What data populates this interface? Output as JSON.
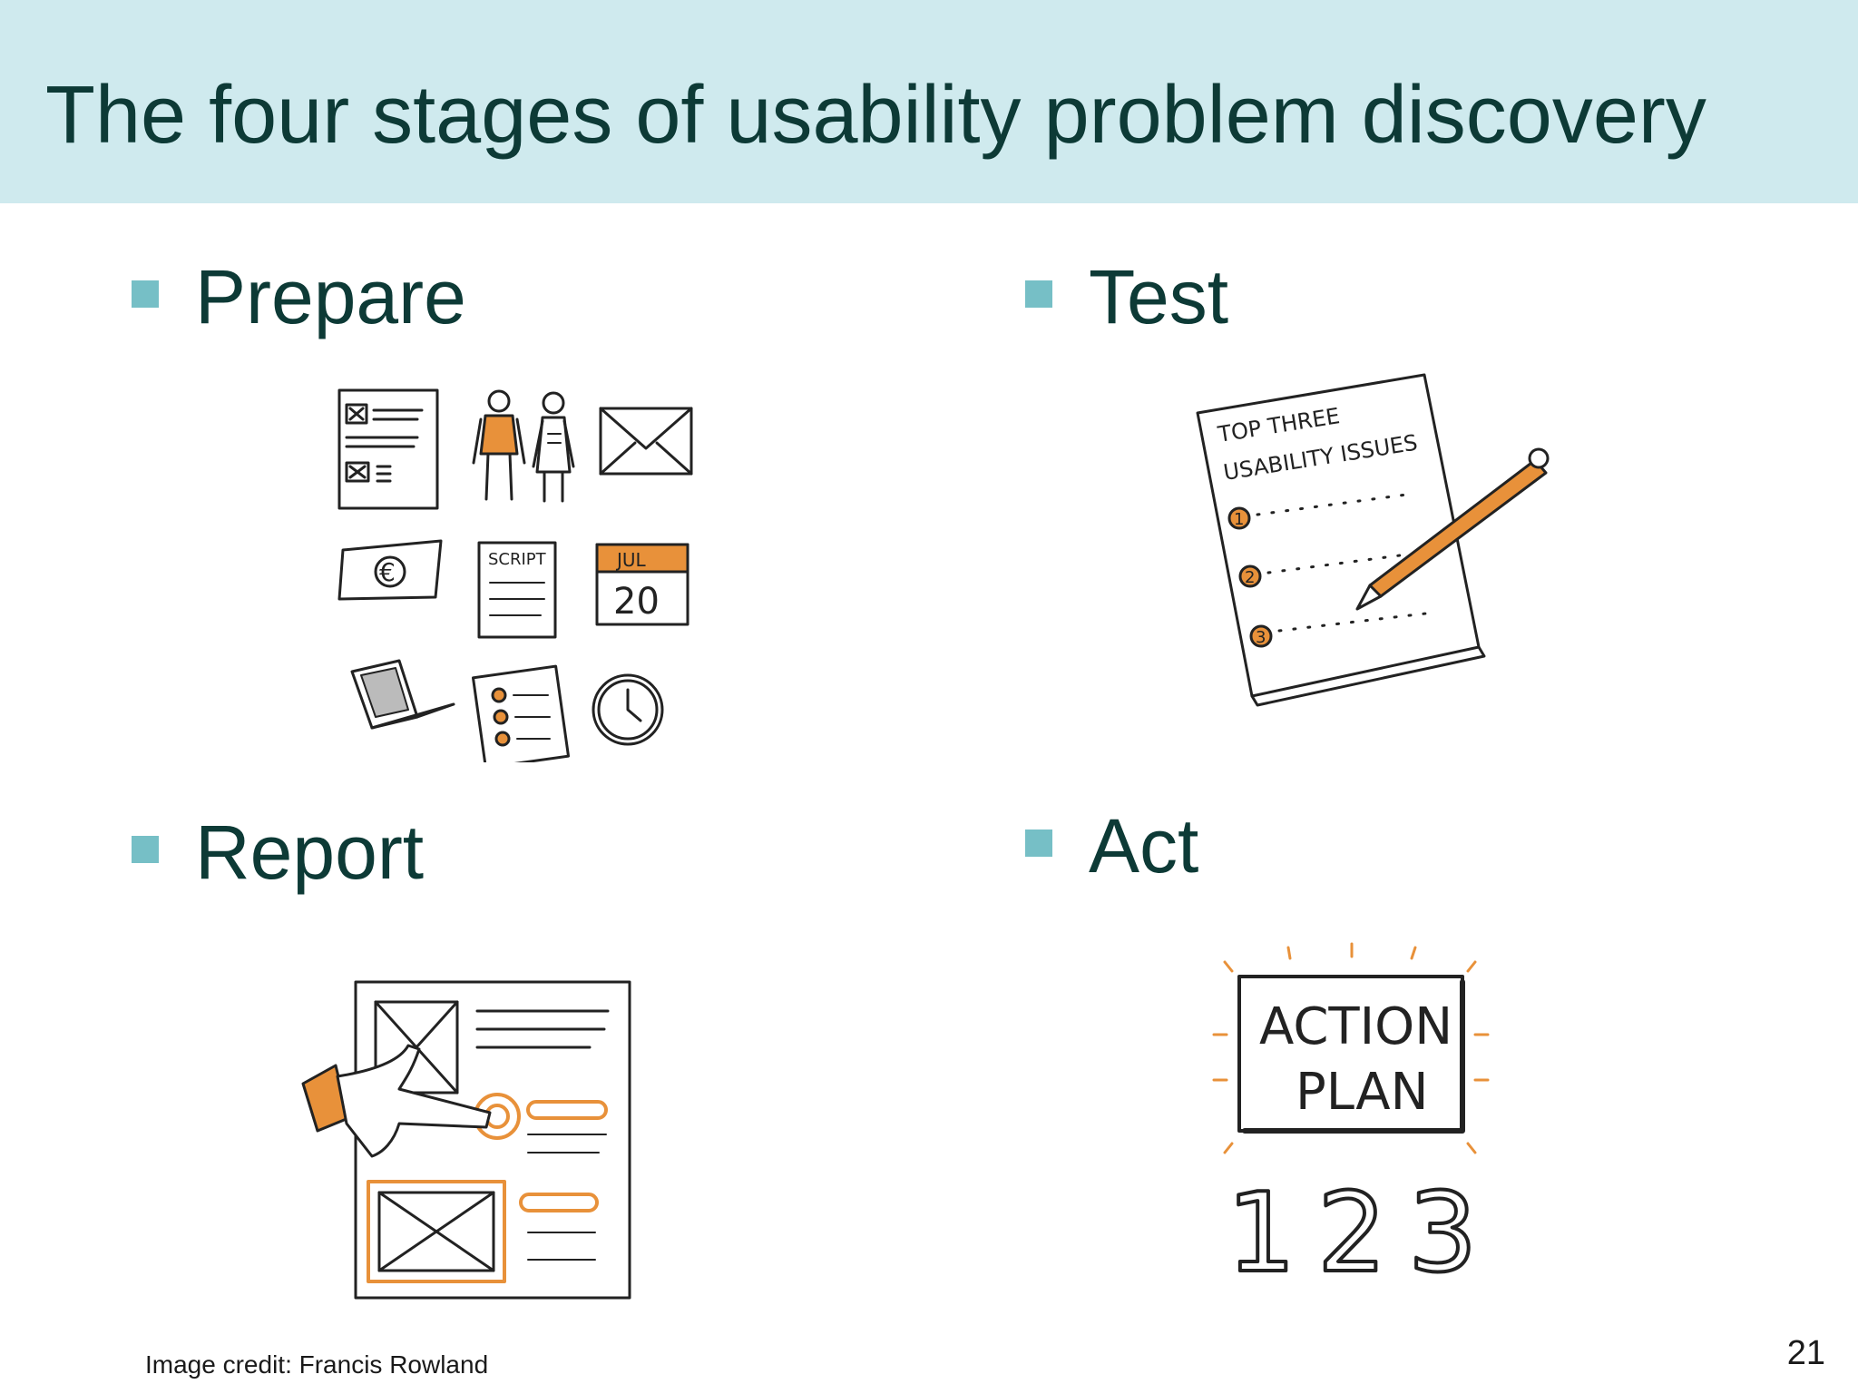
{
  "slide": {
    "title": "The four stages of usability problem discovery",
    "page_number": "21",
    "credit": "Image credit: Francis Rowland"
  },
  "stages": [
    {
      "label": "Prepare",
      "icon": "prepare-collage-icon"
    },
    {
      "label": "Test",
      "icon": "checklist-pen-icon"
    },
    {
      "label": "Report",
      "icon": "hand-pointing-report-icon"
    },
    {
      "label": "Act",
      "icon": "action-plan-icon"
    }
  ],
  "illustrations": {
    "prepare": {
      "script_label": "SCRIPT",
      "calendar_month": "JUL",
      "calendar_day": "20",
      "currency": "€"
    },
    "test": {
      "line1": "TOP THREE",
      "line2": "USABILITY ISSUES",
      "items": [
        "1",
        "2",
        "3"
      ]
    },
    "act": {
      "sign_line1": "ACTION",
      "sign_line2": "PLAN",
      "numbers": [
        "1",
        "2",
        "3"
      ]
    }
  },
  "colors": {
    "title_bar": "#cfeaee",
    "bullet": "#76bfc6",
    "text": "#0d3a36",
    "accent_orange": "#e8913a"
  }
}
